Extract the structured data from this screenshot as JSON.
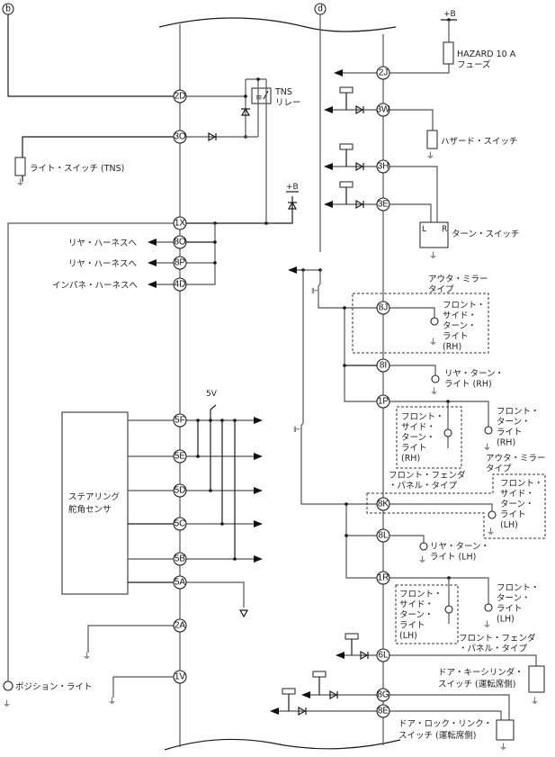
{
  "diagram": {
    "title": "ステアリング・ターン・ハザード配線図",
    "offpage_refs": [
      "b",
      "d"
    ],
    "connectors": [
      "2D",
      "3O",
      "1X",
      "8O",
      "8P",
      "4D",
      "5F",
      "5E",
      "5D",
      "5C",
      "5B",
      "5A",
      "2A",
      "1V",
      "2J",
      "3W",
      "3H",
      "3E",
      "8J",
      "8I",
      "1P",
      "8K",
      "8L",
      "1R",
      "6L",
      "8G",
      "8E"
    ],
    "power": {
      "plus_b_1": "+B",
      "plus_b_2": "+B",
      "five_v": "5V"
    },
    "components": {
      "tns_relay": "TNS\nリレー",
      "light_switch": "ライト・スイッチ (TNS)",
      "hazard_fuse_1": "HAZARD 10 A",
      "hazard_fuse_2": "フューズ",
      "hazard_switch": "ハザード・スイッチ",
      "turn_switch": "ターン・スイッチ",
      "turn_switch_l": "L",
      "turn_switch_r": "R",
      "steering_sensor_1": "ステアリング",
      "steering_sensor_2": "舵角センサ",
      "position_light": "ポジション・ライト",
      "door_key_cyl_1": "ドア・キーシリンダ・",
      "door_key_cyl_2": "スイッチ (運転席側)",
      "door_lock_link_1": "ドア・ロック・リンク・",
      "door_lock_link_2": "スイッチ (運転席側)"
    },
    "harness_labels": {
      "to_rear_1": "リヤ・ハーネスへ",
      "to_rear_2": "リヤ・ハーネスへ",
      "to_instr": "インパネ・ハーネスへ"
    },
    "lamps": {
      "outer_mirror_type_1": [
        "アウタ・ミラー",
        "タイプ"
      ],
      "fst_rh_mirror": [
        "フロント・",
        "サイド・",
        "ターン・",
        "ライト",
        "(RH)"
      ],
      "rear_turn_rh": [
        "リヤ・ターン・",
        "ライト (RH)"
      ],
      "front_turn_rh": [
        "フロント・",
        "ターン・",
        "ライト",
        "(RH)"
      ],
      "fst_rh_fender": [
        "フロント・",
        "サイド・",
        "ターン・",
        "ライト",
        "(RH)"
      ],
      "fender_type_1": [
        "フロント・フェンダ",
        "・パネル・タイプ"
      ],
      "outer_mirror_type_2": [
        "アウタ・ミラー",
        "タイプ"
      ],
      "fst_lh_mirror": [
        "フロント・",
        "サイド・",
        "ターン・",
        "ライト",
        "(LH)"
      ],
      "rear_turn_lh": [
        "リヤ・ターン・",
        "ライト (LH)"
      ],
      "front_turn_lh": [
        "フロント・",
        "ターン・",
        "ライト",
        "(LH)"
      ],
      "fst_lh_fender": [
        "フロント・",
        "サイド・",
        "ターン・",
        "ライト",
        "(LH)"
      ],
      "fender_type_2": [
        "フロント・フェンダ",
        "・パネル・タイプ"
      ]
    }
  }
}
